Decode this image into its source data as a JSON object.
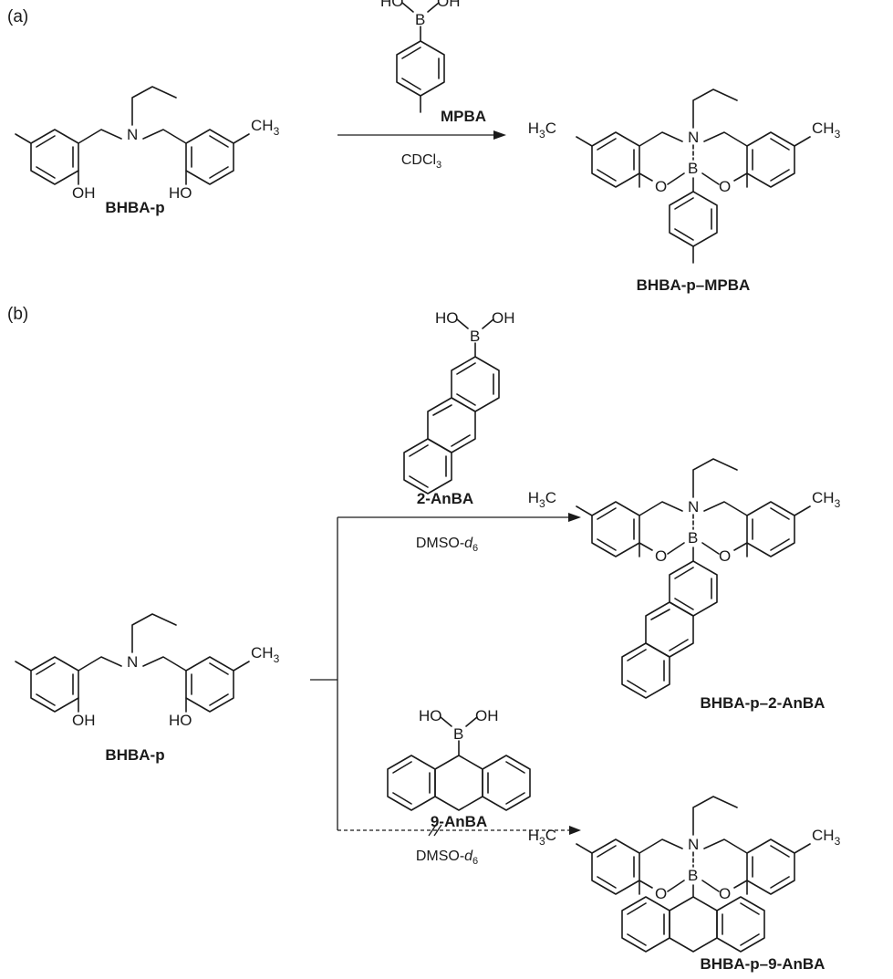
{
  "panels": [
    {
      "id": "a",
      "label": "(a)"
    },
    {
      "id": "b",
      "label": "(b)"
    }
  ],
  "atoms": {
    "oh": "OH",
    "ho": "HO",
    "n": "N",
    "o": "O",
    "b": "B",
    "h": "H",
    "c": "C",
    "sub3": "3"
  },
  "compounds": {
    "bhba_p": "BHBA-p",
    "mpba": "MPBA",
    "bhba_p_mpba": "BHBA-p–MPBA",
    "anba_2": "2-AnBA",
    "anba_9": "9-AnBA",
    "bhba_p_2_anba": "BHBA-p–2-AnBA",
    "bhba_p_9_anba": "BHBA-p–9-AnBA"
  },
  "conditions": {
    "a": {
      "main": "CDCl",
      "sub": "3"
    },
    "b_top": {
      "main": "DMSO-",
      "italic": "d",
      "sub": "6"
    },
    "b_bottom": {
      "main": "DMSO-",
      "italic": "d",
      "sub": "6"
    }
  },
  "arrows": {
    "b_bottom_note": "no reaction (crossed arrow)"
  }
}
